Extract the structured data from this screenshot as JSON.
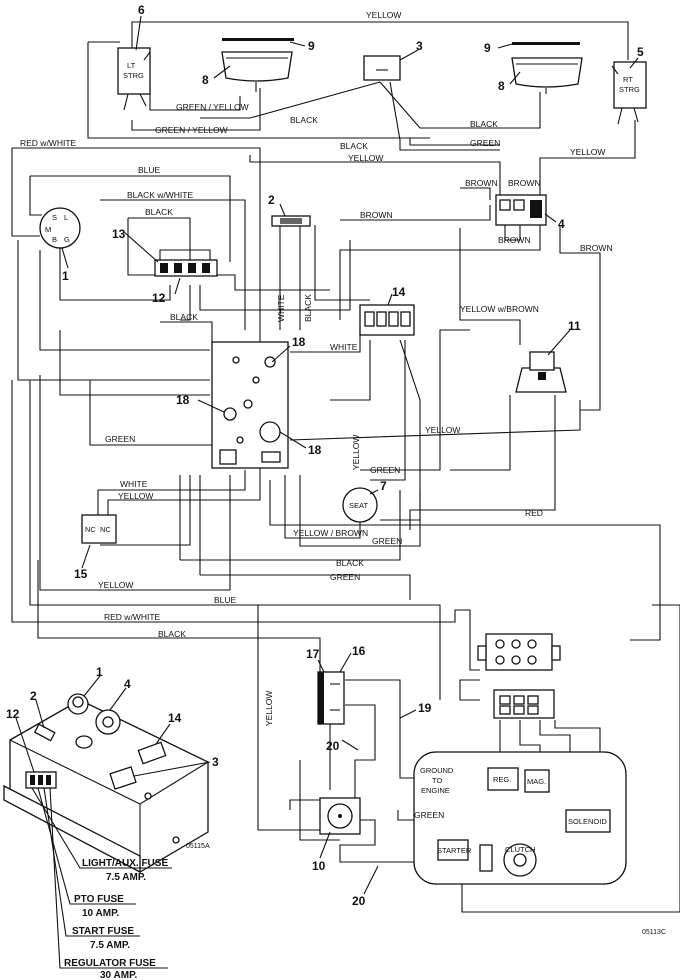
{
  "wire_labels": {
    "yellow_top": "YELLOW",
    "green_yellow_1": "GREEN / YELLOW",
    "green_yellow_2": "GREEN / YELLOW",
    "black_top_1": "BLACK",
    "black_top_2": "BLACK",
    "black_top_3": "BLACK",
    "green_top": "GREEN",
    "yellow_mid": "YELLOW",
    "yellow_right": "YELLOW",
    "red_white_top": "RED w/WHITE",
    "blue_top": "BLUE",
    "black_white": "BLACK w/WHITE",
    "black_left": "BLACK",
    "brown_1": "BROWN",
    "brown_2": "BROWN",
    "brown_3": "BROWN",
    "brown_4": "BROWN",
    "brown_right": "BROWN",
    "black_v": "BLACK",
    "white_v": "WHITE",
    "yellow_brown_r": "YELLOW w/BROWN",
    "black_mid": "BLACK",
    "white_mid": "WHITE",
    "green_left": "GREEN",
    "yellow_c": "YELLOW",
    "yellow_v": "YELLOW",
    "green_c": "GREEN",
    "white_low": "WHITE",
    "yellow_low": "YELLOW",
    "yellow_brown": "YELLOW / BROWN",
    "green_low": "GREEN",
    "red_low": "RED",
    "black_low": "BLACK",
    "green_low2": "GREEN",
    "yellow_bottom": "YELLOW",
    "blue_bottom": "BLUE",
    "red_white_bottom": "RED w/WHITE",
    "black_bottom": "BLACK",
    "yellow_vert_bottom": "YELLOW",
    "green_engine": "GREEN"
  },
  "component_text": {
    "lt_strg": [
      "LT",
      "STRG"
    ],
    "rt_strg": [
      "RT",
      "STRG"
    ],
    "seat": "SEAT",
    "ground_to_engine": [
      "GROUND",
      "TO",
      "ENGINE"
    ],
    "reg": "REG.",
    "mag": "MAG.",
    "solenoid": "SOLENOID",
    "starter": "STARTER",
    "clutch": "CLUTCH",
    "nc_left": "NC",
    "nc_right": "NC"
  },
  "callouts": {
    "c1": "1",
    "c2": "2",
    "c3": "3",
    "c4": "4",
    "c5": "5",
    "c6": "6",
    "c7": "7",
    "c8a": "8",
    "c8b": "8",
    "c9a": "9",
    "c9b": "9",
    "c10": "10",
    "c11": "11",
    "c12": "12",
    "c13": "13",
    "c14": "14",
    "c15": "15",
    "c16": "16",
    "c17": "17",
    "c18a": "18",
    "c18b": "18",
    "c18c": "18",
    "c19": "19",
    "c20a": "20",
    "c20b": "20",
    "i1": "1",
    "i2": "2",
    "i3": "3",
    "i4": "4",
    "i12": "12",
    "i14": "14"
  },
  "fuses": [
    {
      "name": "LIGHT/AUX. FUSE",
      "rating": "7.5 AMP."
    },
    {
      "name": "PTO FUSE",
      "rating": "10 AMP."
    },
    {
      "name": "START FUSE",
      "rating": "7.5 AMP."
    },
    {
      "name": "REGULATOR FUSE",
      "rating": "30 AMP."
    }
  ],
  "ref_codes": {
    "inset": "05115A",
    "main": "05113C"
  }
}
